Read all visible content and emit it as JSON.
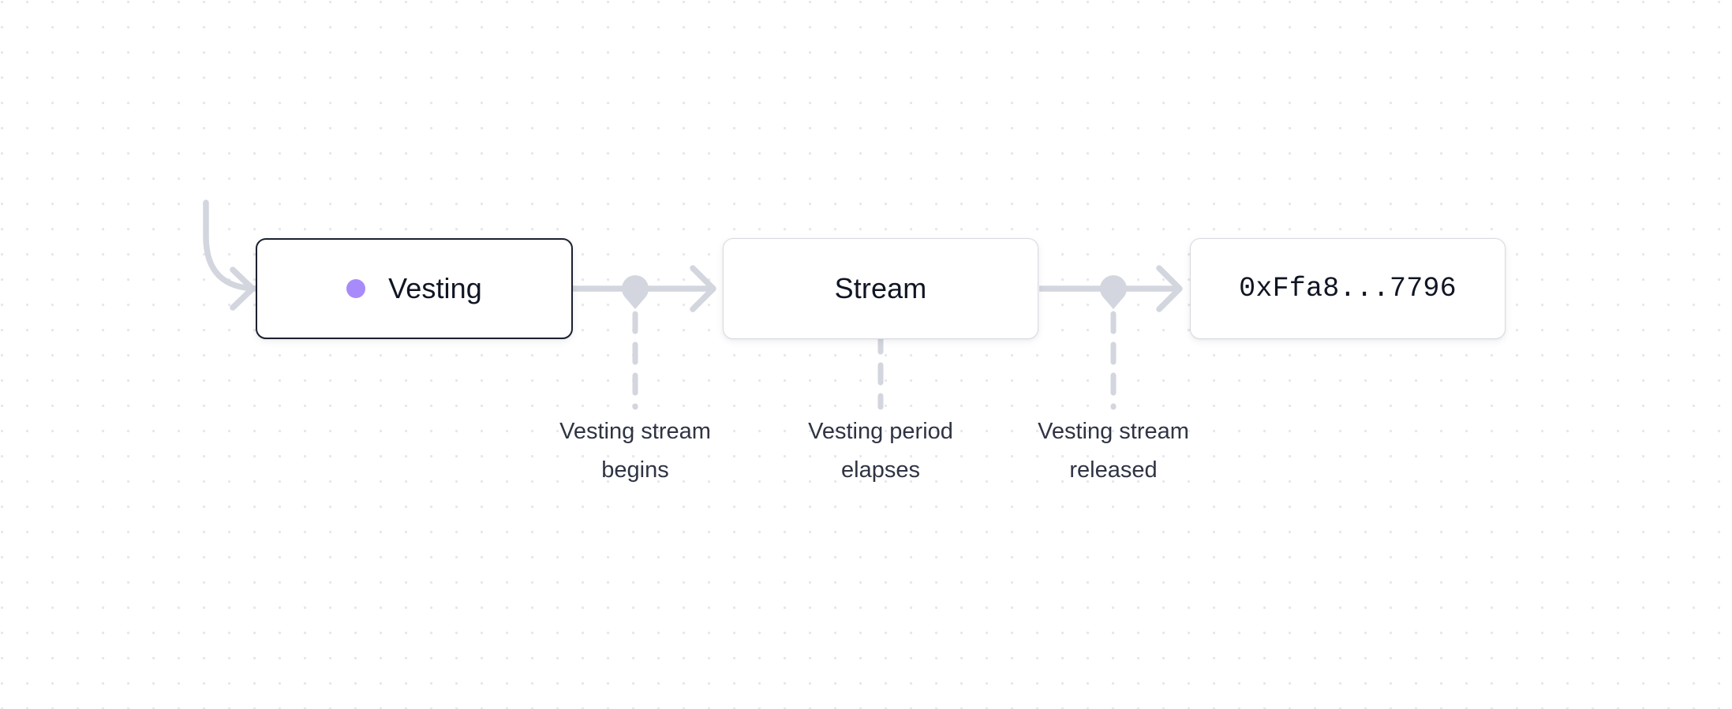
{
  "canvas": {
    "background_color": "#ffffff",
    "dot_grid_color": "#e6e7eb",
    "dot_grid_spacing": "32"
  },
  "theme": {
    "accent_purple": "#a78bfa",
    "node_selected_border": "#1b2030",
    "node_plain_border": "#d8dae2",
    "edge_color": "#d3d6de",
    "text_primary": "#101524",
    "text_caption": "#2f3444"
  },
  "flow": {
    "entry_arrow": {
      "name": "incoming-curved-arrow"
    },
    "nodes": [
      {
        "id": "vesting",
        "label": "Vesting",
        "selected": true,
        "has_status_dot": true,
        "status_dot_color": "#a78bfa",
        "mono": false
      },
      {
        "id": "stream",
        "label": "Stream",
        "selected": false,
        "has_status_dot": false,
        "mono": false
      },
      {
        "id": "address",
        "label": "0xFfa8...7796",
        "selected": false,
        "has_status_dot": false,
        "mono": true
      }
    ],
    "edge_captions": [
      {
        "id": "caption-1",
        "text": "Vesting stream\nbegins"
      },
      {
        "id": "caption-2",
        "text": "Vesting period\nelapses"
      },
      {
        "id": "caption-3",
        "text": "Vesting stream\nreleased"
      }
    ]
  }
}
